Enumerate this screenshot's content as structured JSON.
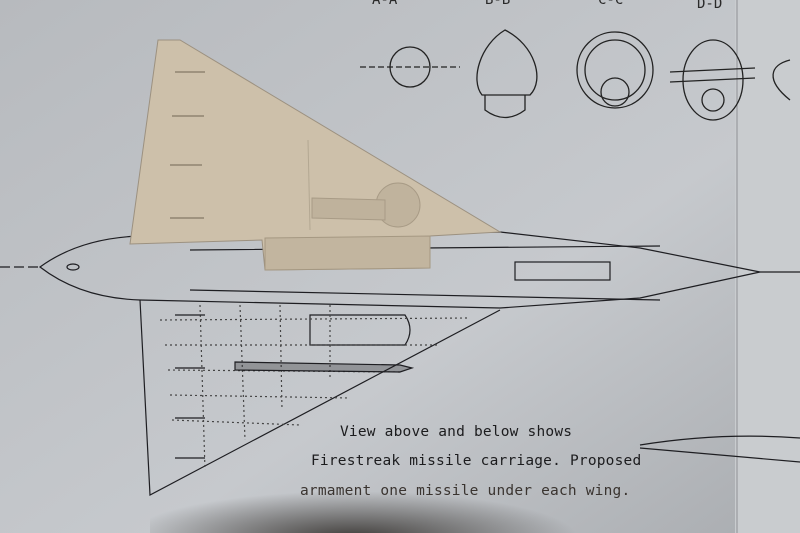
{
  "drawing": {
    "section_labels": [
      "A-A",
      "B-B",
      "C-C",
      "D-D"
    ],
    "caption_lines": [
      "View above and below shows",
      "Firestreak missile carriage. Proposed",
      "armament one missile under each wing."
    ]
  },
  "colors": {
    "paper": "#c4c7cb",
    "resin_part": "#cfc2ad",
    "ink": "#1e1e22"
  }
}
